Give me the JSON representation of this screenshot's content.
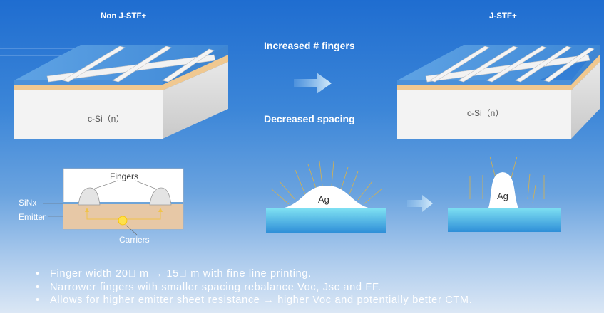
{
  "left_panel": {
    "title": "Non J-STF+",
    "substrate_label": "c-Si（n）"
  },
  "right_panel": {
    "title": "J-STF+",
    "substrate_label": "c-Si（n）"
  },
  "middle": {
    "top_text": "Increased # fingers",
    "bottom_text": "Decreased spacing"
  },
  "cross_section": {
    "fingers_label": "Fingers",
    "sinx_label": "SiNx",
    "emitter_label": "Emitter",
    "carriers_label": "Carriers"
  },
  "ag_profiles": {
    "left_label": "Ag",
    "right_label": "Ag"
  },
  "bullets": [
    "Finger width 20\u0000 m → 15\u0000 m with fine line printing.",
    "Narrower fingers with smaller spacing rebalance Voc, Jsc and FF.",
    "Allows for higher emitter sheet resistance → higher Voc and potentially better CTM."
  ],
  "colors": {
    "background_top": "#1f6dd0",
    "background_bottom": "#dbe7f5",
    "substrate_face": "#f3f3f3",
    "emitter_layer": "#f0c890",
    "sinx_layer": "#4a90d9",
    "finger": "#eeeeee",
    "carrier": "#ffe04a",
    "ag_base": "#3ab8e0"
  }
}
